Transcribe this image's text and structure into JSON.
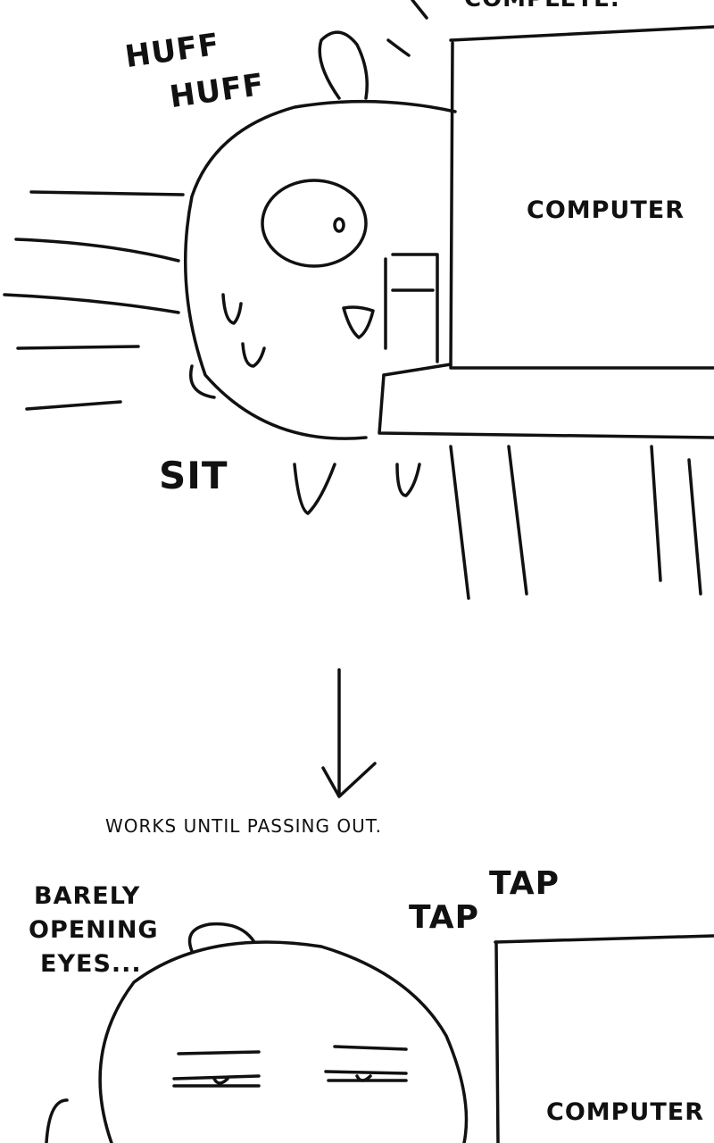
{
  "panel1": {
    "top_caption_partial": "COMPLETE.",
    "sfx_huff": [
      "HUFF",
      "HUFF"
    ],
    "computer_label": "COMPUTER",
    "sfx_sit": "SIT"
  },
  "transition": {
    "caption": "WORKS UNTIL PASSING OUT."
  },
  "panel2": {
    "narration": [
      "BARELY",
      "OPENING",
      "EYES..."
    ],
    "sfx_tap": [
      "TAP",
      "TAP"
    ],
    "computer_label": "COMPUTER"
  }
}
